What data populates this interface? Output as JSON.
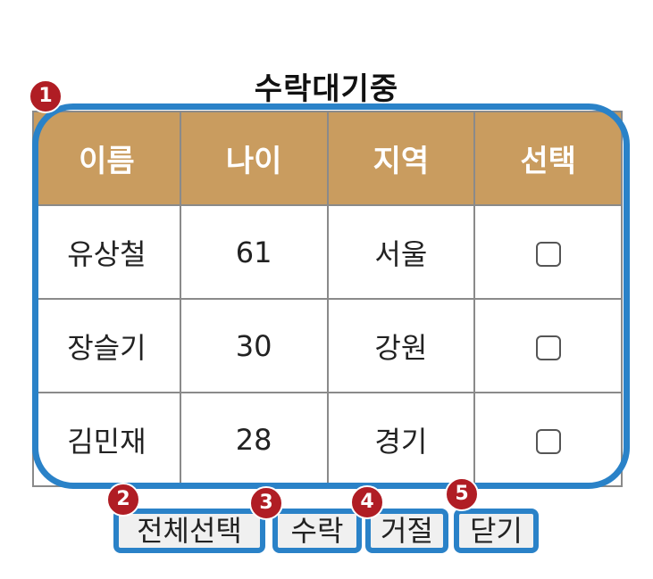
{
  "title": "수락대기중",
  "table": {
    "headers": [
      "이름",
      "나이",
      "지역",
      "선택"
    ],
    "rows": [
      {
        "name": "유상철",
        "age": "61",
        "region": "서울",
        "selected": false
      },
      {
        "name": "장슬기",
        "age": "30",
        "region": "강원",
        "selected": false
      },
      {
        "name": "김민재",
        "age": "28",
        "region": "경기",
        "selected": false
      }
    ]
  },
  "buttons": {
    "select_all": "전체선택",
    "accept": "수락",
    "reject": "거절",
    "close": "닫기"
  },
  "annotations": {
    "badge_1": "1",
    "badge_2": "2",
    "badge_3": "3",
    "badge_4": "4",
    "badge_5": "5"
  },
  "colors": {
    "header_bg": "#c99c5f",
    "highlight": "#2a82c8",
    "badge": "#b01d24"
  }
}
